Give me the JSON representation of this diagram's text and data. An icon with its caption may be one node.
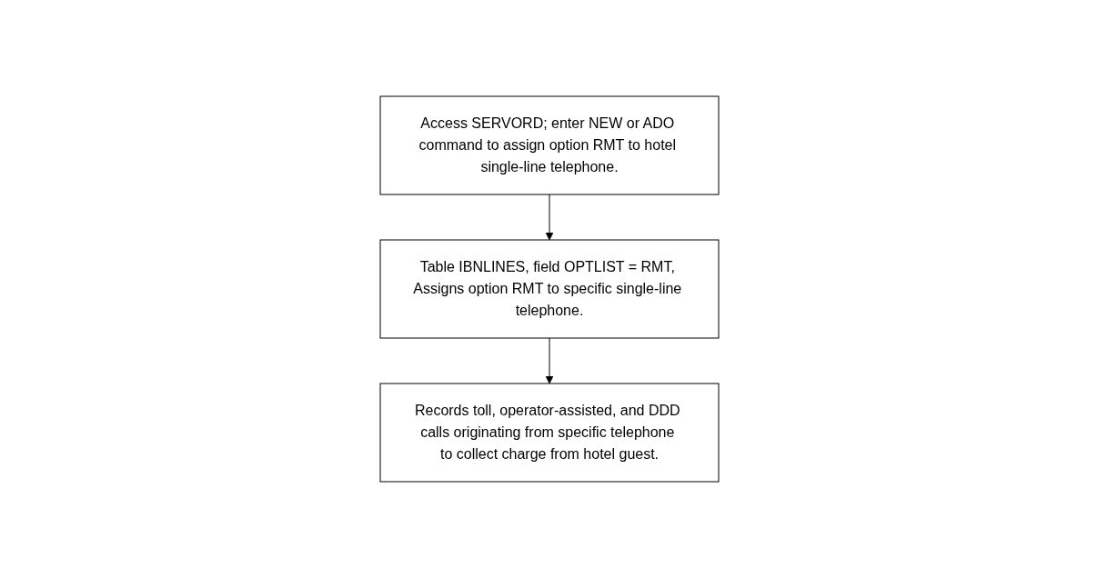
{
  "diagram": {
    "nodes": [
      {
        "text": [
          "Access SERVORD; enter NEW or ADO command to assign option RMT to hotel single-line telephone."
        ]
      },
      {
        "text": [
          "Table IBNLINES, field OPTLIST = RMT, Assigns option RMT to specific single-line telephone."
        ]
      },
      {
        "text": [
          "Records toll, operator-assisted, and DDD calls originating from specific telephone to collect charge from hotel guest."
        ]
      }
    ],
    "edges": [
      {
        "from": 0,
        "to": 1,
        "arrow": "to"
      },
      {
        "from": 1,
        "to": 2,
        "arrow": "to"
      }
    ]
  }
}
